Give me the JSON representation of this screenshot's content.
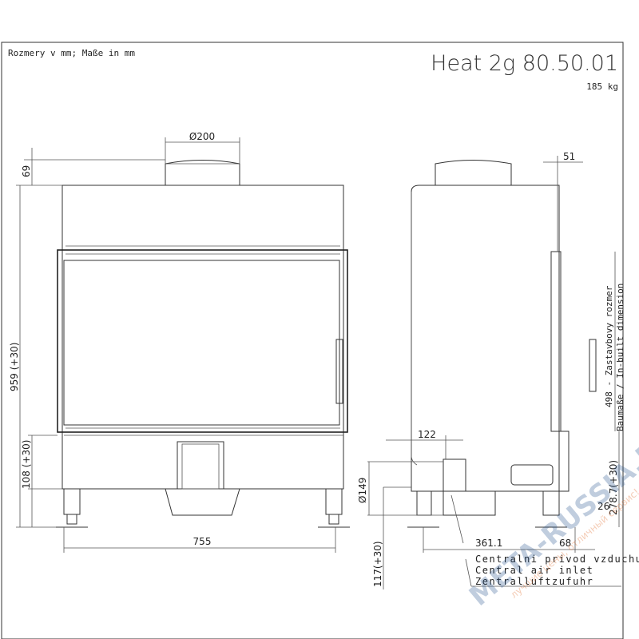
{
  "header": {
    "units_note": "Rozmery v mm; Maße in mm",
    "model": "Heat 2g 80.50.01",
    "weight": "185 kg"
  },
  "front_view": {
    "flue_diameter": "Ø200",
    "dim_top": "69",
    "dim_height": "959 (+30)",
    "dim_base": "108 (+30)",
    "dim_width": "755"
  },
  "side_view": {
    "dim_depth_top": "51",
    "dim_builtin": "498 - Zastavbovy rozmer",
    "dim_builtin_2": "Baumaße / In-built dimension",
    "dim_inlet_offset": "122",
    "dim_inlet_diameter": "Ø149",
    "dim_inlet_height": "117(+30)",
    "dim_inlet_pos": "361.1",
    "dim_foot": "68",
    "dim_side_height": "278.7(+30)",
    "dim_foot_h": "26",
    "air_inlet_labels": [
      "Centralni privod vzduchu",
      "Central air inlet",
      "Zentralluftzufuhr"
    ]
  },
  "watermark": {
    "brand": "META-RUSSIA.RU",
    "slogan": "лучшие цены, отличный сервис!"
  }
}
